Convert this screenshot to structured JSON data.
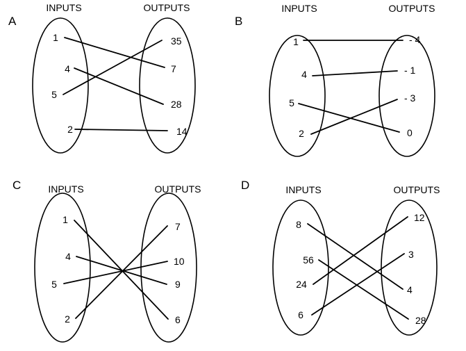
{
  "colors": {
    "ink": "#000000",
    "background": "#ffffff"
  },
  "panels": [
    {
      "label": "A",
      "inputs_title": "INPUTS",
      "outputs_title": "OUTPUTS",
      "inputs": [
        "1",
        "4",
        "5",
        "2"
      ],
      "outputs": [
        "35",
        "7",
        "28",
        "14"
      ],
      "mapping": [
        [
          0,
          1
        ],
        [
          1,
          2
        ],
        [
          2,
          0
        ],
        [
          3,
          3
        ]
      ]
    },
    {
      "label": "B",
      "inputs_title": "INPUTS",
      "outputs_title": "OUTPUTS",
      "inputs": [
        "1",
        "4",
        "5",
        "2"
      ],
      "outputs": [
        "- 4",
        "- 1",
        "- 3",
        "0"
      ],
      "mapping": [
        [
          0,
          0
        ],
        [
          1,
          1
        ],
        [
          2,
          3
        ],
        [
          3,
          2
        ]
      ]
    },
    {
      "label": "C",
      "inputs_title": "INPUTS",
      "outputs_title": "OUTPUTS",
      "inputs": [
        "1",
        "4",
        "5",
        "2"
      ],
      "outputs": [
        "7",
        "10",
        "9",
        "6"
      ],
      "mapping": [
        [
          0,
          3
        ],
        [
          1,
          2
        ],
        [
          2,
          1
        ],
        [
          3,
          0
        ]
      ]
    },
    {
      "label": "D",
      "inputs_title": "INPUTS",
      "outputs_title": "OUTPUTS",
      "inputs": [
        "8",
        "56",
        "24",
        "6"
      ],
      "outputs": [
        "12",
        "3",
        "4",
        "28"
      ],
      "mapping": [
        [
          0,
          2
        ],
        [
          1,
          3
        ],
        [
          2,
          0
        ],
        [
          3,
          1
        ]
      ]
    }
  ]
}
